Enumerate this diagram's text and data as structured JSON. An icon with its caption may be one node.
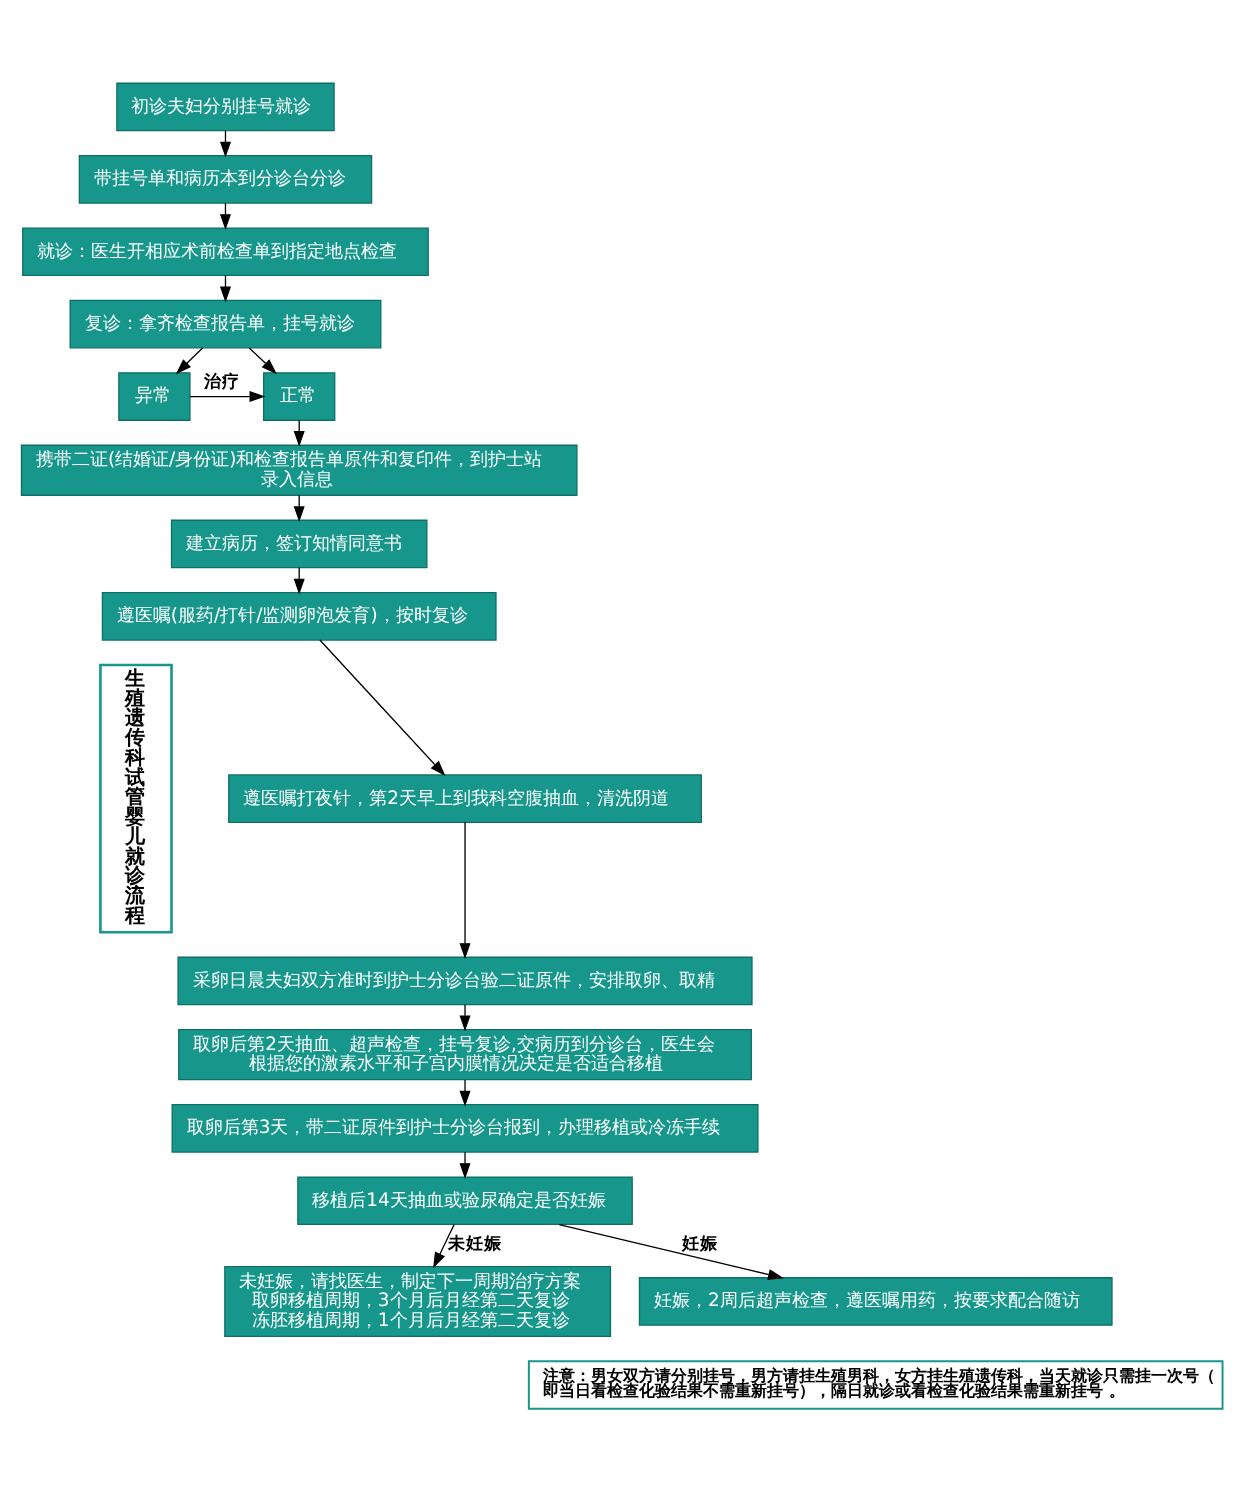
{
  "diagram": {
    "nodes": [
      {
        "text": [
          "初诊夫妇分别挂号就诊"
        ]
      },
      {
        "text": [
          "带挂号单和病历本到分诊台分诊"
        ]
      },
      {
        "text": [
          "就诊：医生开相应术前检查单到指定地点检查"
        ]
      },
      {
        "text": [
          "复诊：拿齐检查报告单，挂号就诊"
        ]
      },
      {
        "text": [
          "正常"
        ]
      },
      {
        "text": [
          "异常"
        ]
      },
      {
        "text": [
          "携带二证(结婚证/身份证)和检查报告单原件和复印件，到护士站录入信息"
        ]
      },
      {
        "text": [
          "建立病历，签订知情同意书"
        ]
      },
      {
        "text": [
          "遵医嘱(服药/打针/监测卵泡发育)，按时复诊"
        ]
      },
      {
        "text": [
          "遵医嘱打夜针，第2天早上到我科空腹抽血，清洗阴道"
        ]
      },
      {
        "text": [
          "采卵日晨夫妇双方准时到护士分诊台验二证原件，安排取卵、取精"
        ]
      },
      {
        "text": [
          "取卵后第2天抽血、超声检查，挂号复诊,交病历到分诊台，医生会根据您的激素水平和子宫内膜情况决定是否适合移植"
        ]
      },
      {
        "text": [
          "取卵后第3天，带二证原件到护士分诊台报到，办理移植或冷冻手续"
        ]
      },
      {
        "text": [
          "移植后14天抽血或验尿确定是否妊娠"
        ]
      },
      {
        "text": [
          "未妊娠，请找医生，制定下一周期治疗方案",
          "取卵移植周期，3个月后月经第二天复诊",
          "冻胚移植周期，1个月后月经第二天复诊"
        ]
      },
      {
        "text": [
          "妊娠，2周后超声检查，遵医嘱用药，按要求配合随访"
        ]
      },
      {
        "text": [
          "生殖遗传科试管婴儿就诊流程"
        ]
      },
      {
        "text": [
          "注意：男女双方请分别挂号，男方请挂生殖男科，女方挂生殖遗传科，当天就诊只需挂一次号（即当日看检查化验结果不需重新挂号），隔日就诊或看检查化验结果需重新挂号 。"
        ]
      }
    ],
    "edges": [
      {
        "from": 0,
        "to": 1,
        "arrow": "to"
      },
      {
        "from": 1,
        "to": 2,
        "arrow": "to"
      },
      {
        "from": 2,
        "to": 3,
        "arrow": "to"
      },
      {
        "from": 3,
        "to": 4,
        "arrow": "to"
      },
      {
        "from": 3,
        "to": 5,
        "arrow": "to"
      },
      {
        "from": 5,
        "to": 4,
        "arrow": "to",
        "label": "治疗"
      },
      {
        "from": 4,
        "to": 6,
        "arrow": "to"
      },
      {
        "from": 6,
        "to": 7,
        "arrow": "to"
      },
      {
        "from": 7,
        "to": 8,
        "arrow": "to"
      },
      {
        "from": 8,
        "to": 9,
        "arrow": "to"
      },
      {
        "from": 9,
        "to": 10,
        "arrow": "to"
      },
      {
        "from": 10,
        "to": 11,
        "arrow": "to"
      },
      {
        "from": 11,
        "to": 12,
        "arrow": "to"
      },
      {
        "from": 12,
        "to": 13,
        "arrow": "to"
      },
      {
        "from": 13,
        "to": 14,
        "arrow": "to",
        "label": "未妊娠"
      },
      {
        "from": 13,
        "to": 15,
        "arrow": "to",
        "label": "妊娠"
      }
    ]
  }
}
